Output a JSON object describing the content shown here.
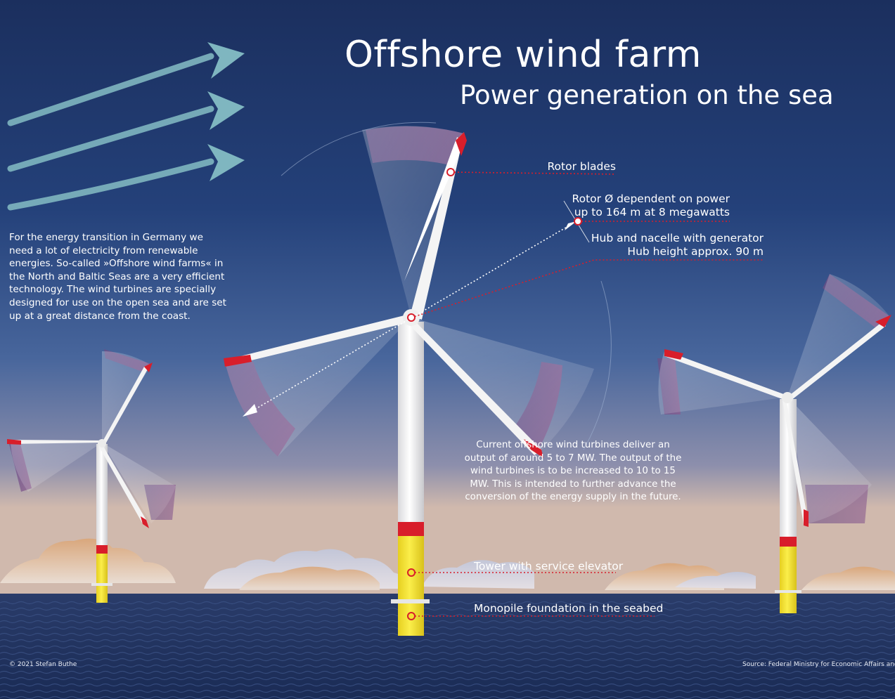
{
  "title": "Offshore wind farm",
  "subtitle": "Power generation on the sea",
  "intro": "For the energy transition in Germany we need a lot of electricity from renewable energies. So-called »Offshore wind farms« in the North and Baltic Seas are a very efficient technology. The wind turbines are specially designed for use on the open sea and are set up at a great distance from the coast.",
  "labels": {
    "rotor_blades": "Rotor blades",
    "rotor_diameter_line1": "Rotor Ø dependent on power",
    "rotor_diameter_line2": "up to 164 m at 8 megawatts",
    "hub_line1": "Hub and nacelle with generator",
    "hub_line2": "Hub height approx. 90 m",
    "tower": "Tower with service elevator",
    "monopile": "Monopile foundation in the seabed"
  },
  "output_note": "Current offshore wind turbines deliver an output of around 5 to 7 MW. The output of the wind turbines is to be increased to 10 to 15 MW. This is intended to further advance the conversion of the energy supply in the future.",
  "copyright": "© 2021 Stefan Buthe",
  "source": "Source: Federal Ministry for Economic Affairs and En",
  "colors": {
    "sky_top": "#1b2f5e",
    "sky_mid": "#3a5a96",
    "sky_horizon": "#c9b8b0",
    "sea": "#1a2b55",
    "wind_arrows": "#7fb6c0",
    "blade": "#f4f4f4",
    "blade_tip": "#d81e2b",
    "tower_band": "#d81e2b",
    "foundation": "#f2e132",
    "callout_line": "#d81e2b"
  },
  "icons": [
    "wind-arrow-icon",
    "callout-marker-icon"
  ]
}
